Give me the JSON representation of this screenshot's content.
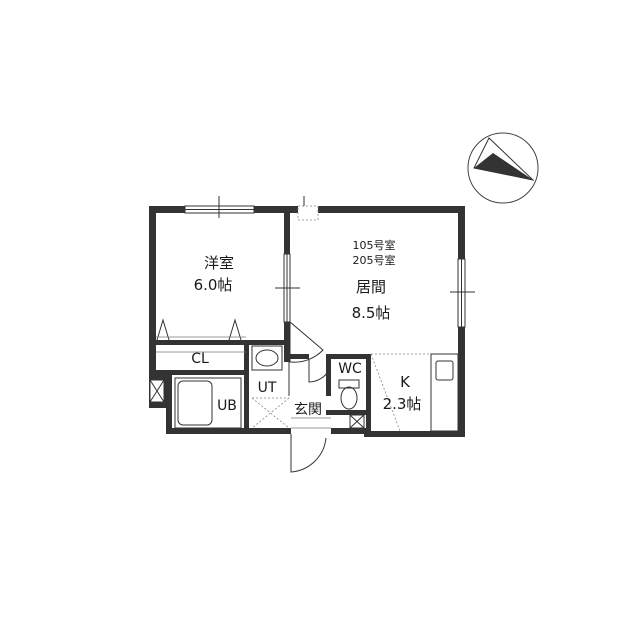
{
  "rooms": {
    "western": {
      "name": "洋室",
      "size": "6.0帖"
    },
    "living": {
      "units": [
        "105号室",
        "205号室"
      ],
      "name": "居間",
      "size": "8.5帖"
    },
    "kitchen": {
      "name": "K",
      "size": "2.3帖"
    },
    "closet": {
      "name": "CL"
    },
    "bath": {
      "name": "UB"
    },
    "utility": {
      "name": "UT"
    },
    "toilet": {
      "name": "WC"
    },
    "entrance": {
      "name": "玄関"
    }
  },
  "compass": {
    "icon": "north-arrow-icon"
  },
  "colors": {
    "wall": "#333333",
    "line": "#333333",
    "background": "#ffffff"
  }
}
